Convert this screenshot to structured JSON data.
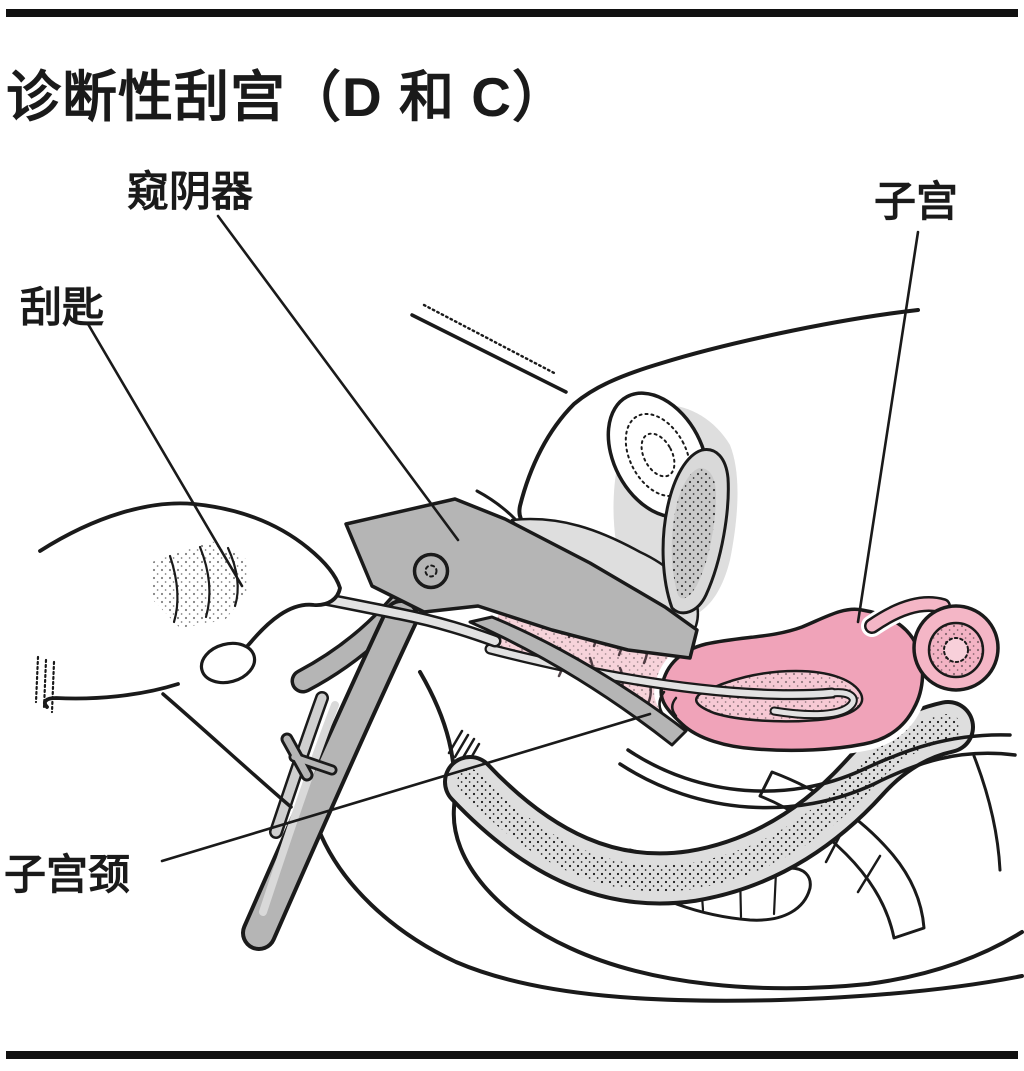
{
  "figure": {
    "title": "诊断性刮宫（D 和 C）",
    "labels": {
      "speculum": "窥阴器",
      "curette": "刮匙",
      "uterus": "子宫",
      "cervix": "子宫颈"
    },
    "colors": {
      "ink": "#1a1a1a",
      "instrument_gray": "#b5b5b5",
      "curette_gray": "#e2e2e2",
      "tissue_gray": "#dedede",
      "uterus_pink": "#f0a3b9",
      "inner_pink": "#f6c9d4",
      "vagina_pink": "#f7d3da",
      "ovary_pink": "#f4b6c6"
    }
  }
}
